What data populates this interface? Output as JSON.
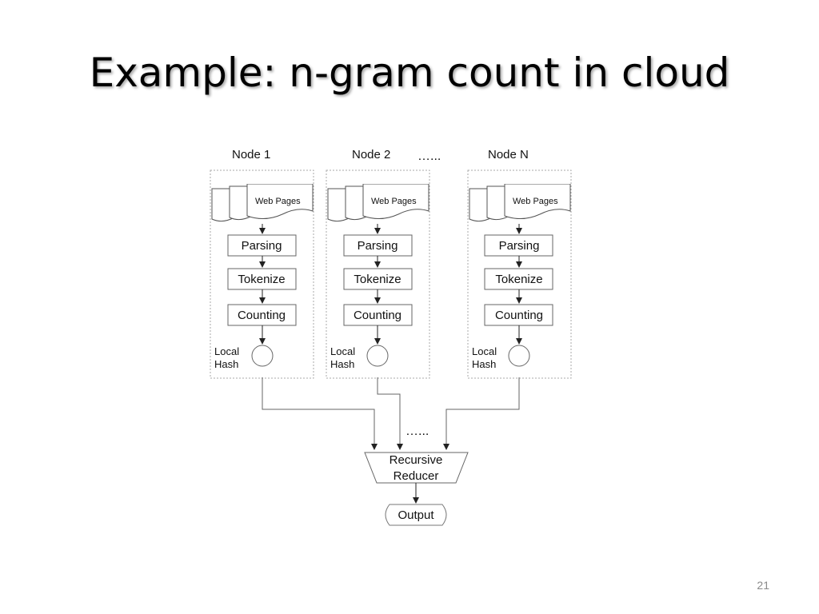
{
  "slide": {
    "title": "Example: n-gram count in cloud",
    "page_number": "21"
  },
  "diagram": {
    "node_labels": [
      "Node 1",
      "Node 2",
      "Node N"
    ],
    "node_ellipsis": "…...",
    "reduce_ellipsis": "…...",
    "web_pages_label": "Web Pages",
    "steps": [
      "Parsing",
      "Tokenize",
      "Counting"
    ],
    "local_hash_lines": [
      "Local",
      "Hash"
    ],
    "reducer_lines": [
      "Recursive",
      "Reducer"
    ],
    "output_label": "Output"
  }
}
